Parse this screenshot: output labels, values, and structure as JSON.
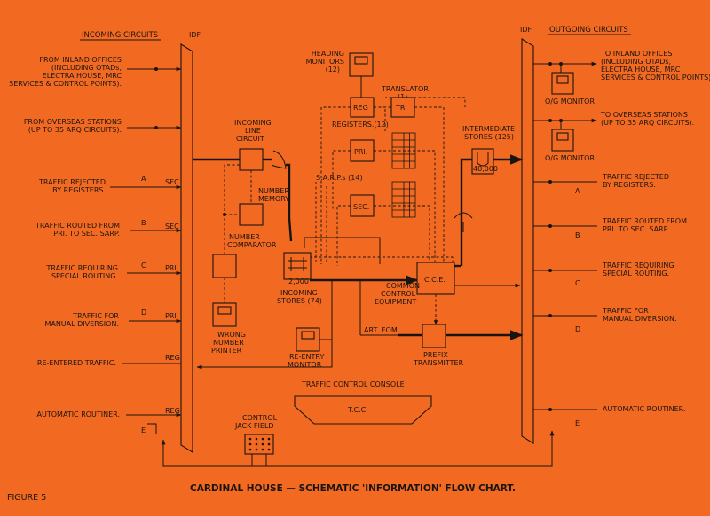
{
  "headers": {
    "incoming": "INCOMING CIRCUITS",
    "outgoing": "OUTGOING CIRCUITS",
    "idf": "IDF"
  },
  "incoming": [
    {
      "lines": [
        "FROM INLAND OFFICES",
        "(INCLUDING OTADs,",
        "ELECTRA HOUSE, MRC",
        "SERVICES & CONTROL POINTS)."
      ]
    },
    {
      "lines": [
        "FROM OVERSEAS STATIONS",
        "(UP TO 35 ARQ CIRCUITS)."
      ]
    },
    {
      "lines": [
        "TRAFFIC REJECTED",
        "BY REGISTERS."
      ],
      "letter": "A",
      "tag": "SEC"
    },
    {
      "lines": [
        "TRAFFIC ROUTED FROM",
        "PRI. TO SEC. SARP."
      ],
      "letter": "B",
      "tag": "SEC"
    },
    {
      "lines": [
        "TRAFFIC REQUIRING",
        "SPECIAL ROUTING."
      ],
      "letter": "C",
      "tag": "PRI"
    },
    {
      "lines": [
        "TRAFFIC FOR",
        "MANUAL DIVERSION."
      ],
      "letter": "D",
      "tag": "PRI"
    },
    {
      "lines": [
        "RE-ENTERED TRAFFIC."
      ],
      "tag": "REG"
    },
    {
      "lines": [
        "AUTOMATIC ROUTINER."
      ],
      "letter": "E",
      "tag": "REG"
    }
  ],
  "outgoing": [
    {
      "lines": [
        "TO INLAND OFFICES",
        "(INCLUDING OTADs,",
        "ELECTRA HOUSE, MRC",
        "SERVICES & CONTROL POINTS)."
      ]
    },
    {
      "lines": [
        "TO OVERSEAS STATIONS",
        "(UP TO 35 ARQ CIRCUITS)."
      ]
    },
    {
      "lines": [
        "TRAFFIC REJECTED",
        "BY REGISTERS."
      ],
      "letter": "A"
    },
    {
      "lines": [
        "TRAFFIC ROUTED FROM",
        "PRI. TO SEC. SARP."
      ],
      "letter": "B"
    },
    {
      "lines": [
        "TRAFFIC REQUIRING",
        "SPECIAL ROUTING."
      ],
      "letter": "C"
    },
    {
      "lines": [
        "TRAFFIC FOR",
        "MANUAL DIVERSION."
      ],
      "letter": "D"
    },
    {
      "lines": [
        "AUTOMATIC ROUTINER."
      ],
      "letter": "E"
    }
  ],
  "labels": {
    "heading_monitors": [
      "HEADING",
      "MONITORS",
      "(12)"
    ],
    "translator": [
      "TRANSLATOR",
      "(1)"
    ],
    "reg": "REG",
    "tr": "TR.",
    "registers": "REGISTERS.(12)",
    "pri": "PRI.",
    "sec": "SEC.",
    "sarps": "S.A.R.P.s (14)",
    "incoming_line_circuit": [
      "INCOMING",
      "LINE",
      "CIRCUIT"
    ],
    "number_memory": [
      "NUMBER",
      "MEMORY"
    ],
    "number_comparator": [
      "NUMBER",
      "COMPARATOR"
    ],
    "wrong_number_printer": [
      "WRONG",
      "NUMBER",
      "PRINTER"
    ],
    "incoming_stores_value": "2,000",
    "incoming_stores": [
      "INCOMING",
      "STORES (74)"
    ],
    "intermediate_stores": [
      "INTERMEDIATE",
      "STORES (125)"
    ],
    "intermediate_value": "40,000",
    "cce": "C.C.E.",
    "common_control": [
      "COMMON",
      "CONTROL",
      "EQUIPMENT"
    ],
    "art_eom": "ART. EOM",
    "prefix_transmitter": [
      "PREFIX",
      "TRANSMITTER"
    ],
    "reentry_monitor": [
      "RE-ENTRY",
      "MONITOR"
    ],
    "og_monitor": "O/G MONITOR",
    "traffic_control_console": "TRAFFIC CONTROL CONSOLE",
    "tcc": "T.C.C.",
    "control_jack_field": [
      "CONTROL",
      "JACK FIELD"
    ]
  },
  "footer": {
    "figure": "FIGURE 5",
    "title": "CARDINAL HOUSE — SCHEMATIC 'INFORMATION' FLOW CHART."
  }
}
